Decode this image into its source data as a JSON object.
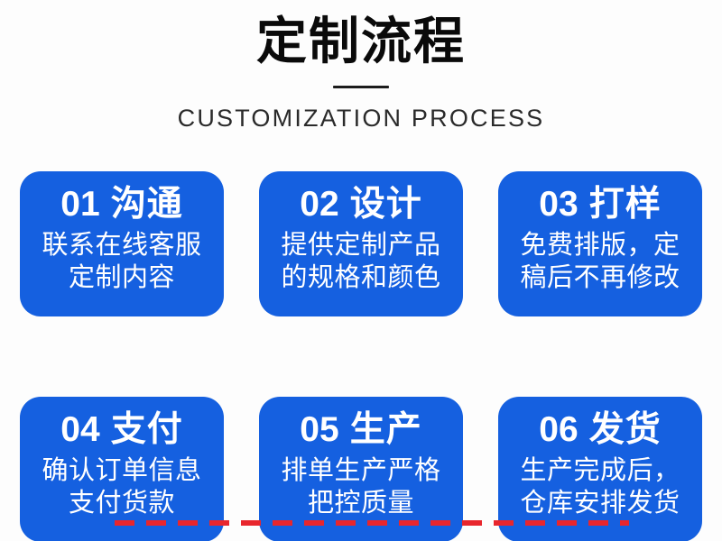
{
  "header": {
    "title_cn": "定制流程",
    "title_en": "CUSTOMIZATION PROCESS"
  },
  "colors": {
    "card_blue": "#1560e0",
    "separator_red": "#e8262d",
    "background": "#fdfdfd",
    "title_black": "#0a0a0a",
    "card_text": "#ffffff"
  },
  "steps": [
    {
      "number": "01",
      "name": "沟通",
      "desc_lines": [
        "联系在线客服",
        "定制内容"
      ]
    },
    {
      "number": "02",
      "name": "设计",
      "desc_lines": [
        "提供定制产品",
        "的规格和颜色"
      ]
    },
    {
      "number": "03",
      "name": "打样",
      "desc_lines": [
        "免费排版，定",
        "稿后不再修改"
      ]
    },
    {
      "number": "04",
      "name": "支付",
      "desc_lines": [
        "确认订单信息",
        "支付货款"
      ]
    },
    {
      "number": "05",
      "name": "生产",
      "desc_lines": [
        "排单生产严格",
        "把控质量"
      ]
    },
    {
      "number": "06",
      "name": "发货",
      "desc_lines": [
        "生产完成后，",
        "仓库安排发货"
      ]
    }
  ]
}
